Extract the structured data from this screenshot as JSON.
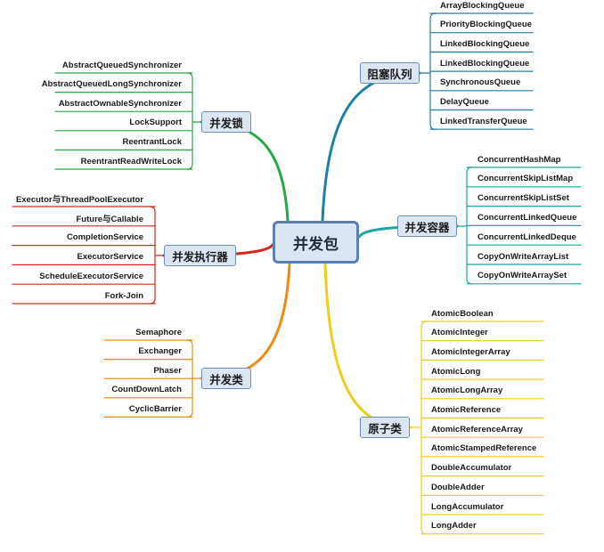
{
  "root": "并发包",
  "branches": {
    "lock": {
      "label": "并发锁",
      "color": "#27a845",
      "items": [
        "AbstractQueuedSynchronizer",
        "AbstractQueuedLongSynchronizer",
        "AbstractOwnableSynchronizer",
        "LockSupport",
        "ReentrantLock",
        "ReentrantReadWriteLock"
      ]
    },
    "executor": {
      "label": "并发执行器",
      "color": "#d9261c",
      "items": [
        "Executor与ThreadPoolExecutor",
        "Future与Callable",
        "CompletionService",
        "ExecutorService",
        "ScheduleExecutorService",
        "Fork-Join"
      ]
    },
    "tools": {
      "label": "并发类",
      "color": "#ee8a12",
      "items": [
        "Semaphore",
        "Exchanger",
        "Phaser",
        "CountDownLatch",
        "CyclicBarrier"
      ]
    },
    "queue": {
      "label": "阻塞队列",
      "color": "#1f7fa6",
      "items": [
        "ArrayBlockingQueue",
        "PriorityBlockingQueue",
        "LinkedBlockingQueue",
        "LinkedBlockingQueue",
        "SynchronousQueue",
        "DelayQueue",
        "LinkedTransferQueue"
      ]
    },
    "container": {
      "label": "并发容器",
      "color": "#17a6a0",
      "items": [
        "ConcurrentHashMap",
        "ConcurrentSkipListMap",
        "ConcurrentSkipListSet",
        "ConcurrentLinkedQueue",
        "ConcurrentLinkedDeque",
        "CopyOnWriteArrayList",
        "CopyOnWriteArraySet"
      ]
    },
    "atomic": {
      "label": "原子类",
      "color": "#f2cc1b",
      "items": [
        "AtomicBoolean",
        "AtomicInteger",
        "AtomicIntegerArray",
        "AtomicLong",
        "AtomicLongArray",
        "AtomicReference",
        "AtomicReferenceArray",
        "AtomicStampedReference",
        "DoubleAccumulator",
        "DoubleAdder",
        "LongAccumulator",
        "LongAdder"
      ]
    }
  }
}
